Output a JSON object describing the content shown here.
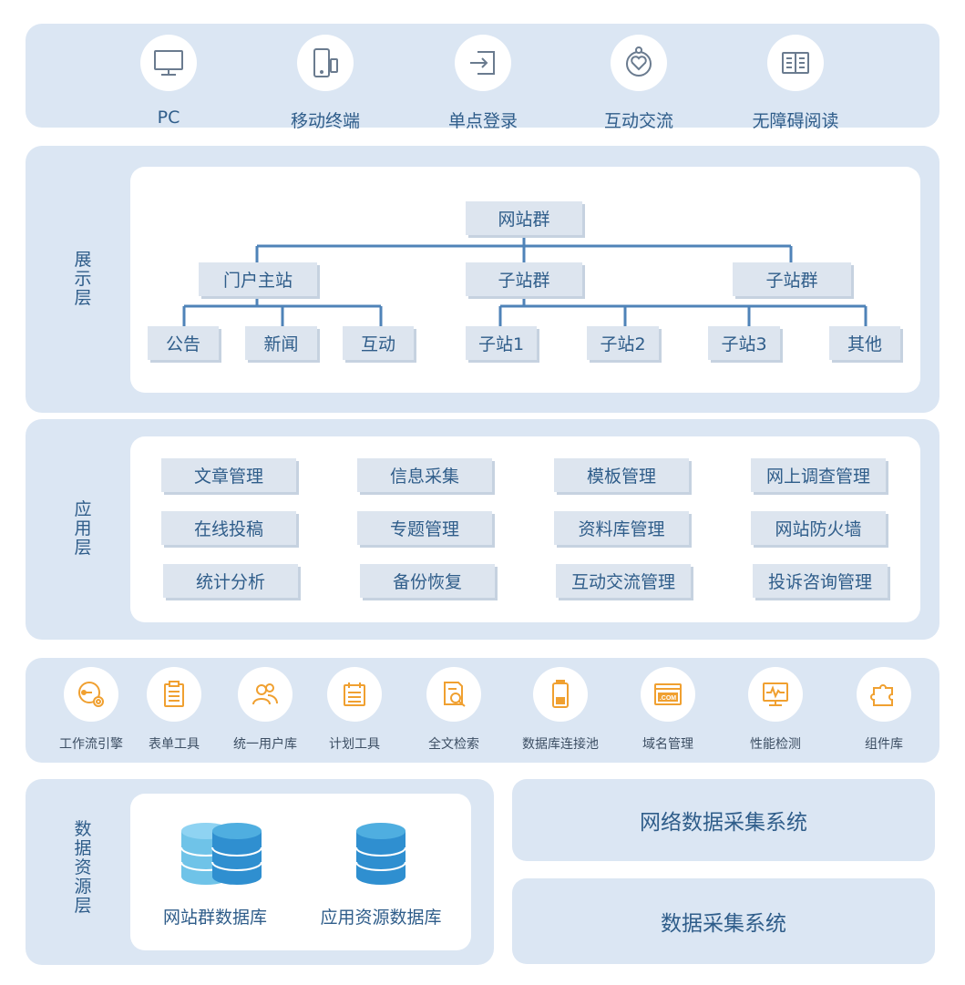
{
  "access": {
    "items": [
      {
        "label": "PC",
        "icon": "monitor-icon"
      },
      {
        "label": "移动终端",
        "icon": "mobile-icon"
      },
      {
        "label": "单点登录",
        "icon": "login-icon"
      },
      {
        "label": "互动交流",
        "icon": "heart-chat-icon"
      },
      {
        "label": "无障碍阅读",
        "icon": "book-icon"
      }
    ]
  },
  "display_layer": {
    "label": "展示层",
    "root": "网站群",
    "groups": [
      {
        "label": "门户主站",
        "children": [
          "公告",
          "新闻",
          "互动"
        ]
      },
      {
        "label": "子站群",
        "children": [
          "子站1",
          "子站2",
          "子站3",
          "其他"
        ]
      },
      {
        "label": "子站群",
        "children": []
      }
    ]
  },
  "application_layer": {
    "label": "应用层",
    "modules": [
      "文章管理",
      "信息采集",
      "模板管理",
      "网上调查管理",
      "在线投稿",
      "专题管理",
      "资料库管理",
      "网站防火墙",
      "统计分析",
      "备份恢复",
      "互动交流管理",
      "投诉咨询管理"
    ]
  },
  "tools": {
    "items": [
      {
        "label": "工作流引擎",
        "icon": "workflow-gear-icon"
      },
      {
        "label": "表单工具",
        "icon": "clipboard-icon"
      },
      {
        "label": "统一用户库",
        "icon": "users-icon"
      },
      {
        "label": "计划工具",
        "icon": "calendar-icon"
      },
      {
        "label": "全文检索",
        "icon": "document-search-icon"
      },
      {
        "label": "数据库连接池",
        "icon": "battery-icon"
      },
      {
        "label": "域名管理",
        "icon": "domain-com-icon",
        "icon_text": ".COM"
      },
      {
        "label": "性能检测",
        "icon": "monitor-pulse-icon"
      },
      {
        "label": "组件库",
        "icon": "puzzle-icon"
      }
    ]
  },
  "data_layer": {
    "label": "数据资源层",
    "databases": [
      {
        "label": "网站群数据库",
        "icon": "database-stack-icon"
      },
      {
        "label": "应用资源数据库",
        "icon": "database-icon"
      }
    ],
    "systems": [
      "网络数据采集系统",
      "数据采集系统"
    ]
  },
  "colors": {
    "band": "#dbe6f3",
    "text": "#2f5d8a",
    "tree_line": "#4f83b8",
    "tool_icon": "#f0a030",
    "db_blue": "#2f8fd0"
  }
}
